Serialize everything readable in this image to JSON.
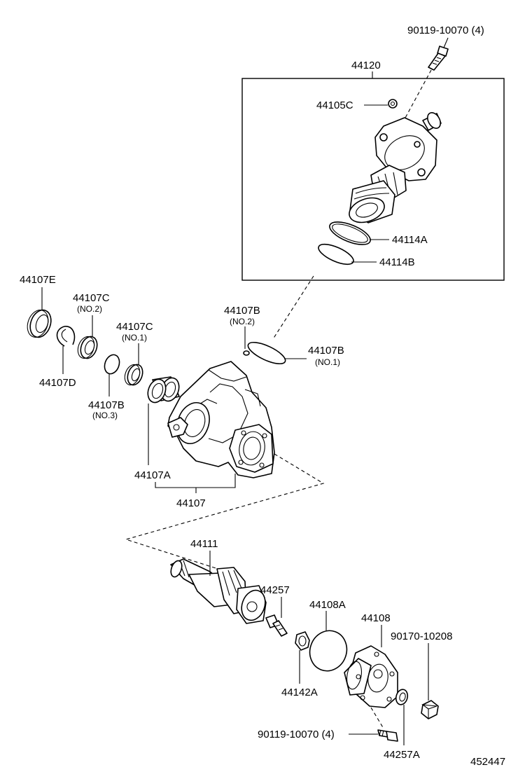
{
  "labels": {
    "bolt_top": "90119-10070 (4)",
    "assembly": "44120",
    "cap_44105c": "44105C",
    "ring_44114a": "44114A",
    "ring_44114b": "44114B",
    "seal_44107e": "44107E",
    "bearing_44107c_no2": "44107C",
    "bearing_44107c_no2_sub": "(NO.2)",
    "bearing_44107c_no1": "44107C",
    "bearing_44107c_no1_sub": "(NO.1)",
    "oring_44107b_no2": "44107B",
    "oring_44107b_no2_sub": "(NO.2)",
    "oring_44107b_no1": "44107B",
    "oring_44107b_no1_sub": "(NO.1)",
    "snapring_44107d": "44107D",
    "oring_44107b_no3": "44107B",
    "oring_44107b_no3_sub": "(NO.3)",
    "bearing_44107a": "44107A",
    "housing_44107": "44107",
    "shaft_44111": "44111",
    "screw_44257": "44257",
    "oring_44108a": "44108A",
    "cover_44108": "44108",
    "nut_90170": "90170-10208",
    "nut_44142a": "44142A",
    "bolt_bottom": "90119-10070 (4)",
    "nut_44257a": "44257A",
    "diagram_number": "452447"
  }
}
